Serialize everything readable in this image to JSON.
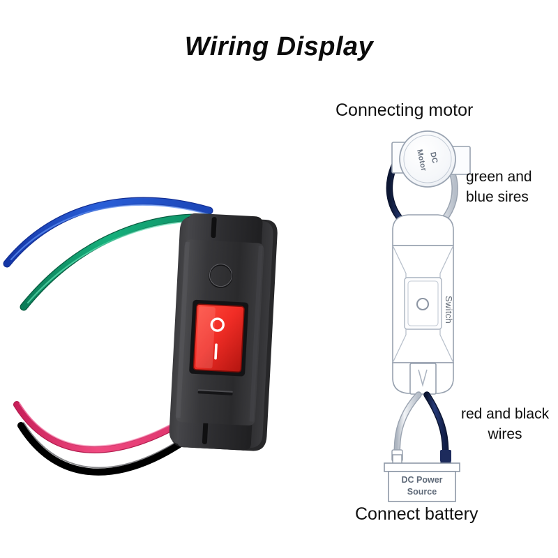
{
  "page": {
    "title": "Wiring Display",
    "background_color": "#ffffff"
  },
  "photo": {
    "name": "rocker-switch-photo",
    "description": "Inline rocker switch with four pigtail wires",
    "body_color": "#2c2c2e",
    "body_highlight": "#4a4a4d",
    "rocker": {
      "color": "#f0312c",
      "color_dark": "#b5170f",
      "symbol_off": "O",
      "symbol_on": "I",
      "symbol_color": "#ffffff"
    },
    "wires": [
      {
        "name": "blue-wire",
        "label": "blue",
        "color": "#1f4fc8",
        "position": "top"
      },
      {
        "name": "green-wire",
        "label": "green",
        "color": "#14a273",
        "position": "top"
      },
      {
        "name": "pink-wire",
        "label": "pink",
        "color": "#ea3a74",
        "position": "bottom"
      },
      {
        "name": "black-wire",
        "label": "black",
        "color": "#0b0b0b",
        "position": "bottom"
      }
    ]
  },
  "diagram": {
    "heading_top": "Connecting motor",
    "heading_bottom": "Connect battery",
    "note_top": "green and\nblue sires",
    "note_top_line1": "green and",
    "note_top_line2": "blue sires",
    "note_bottom_line1": "red and black",
    "note_bottom_line2": "wires",
    "motor": {
      "name": "dc-motor",
      "label_line1": "DC",
      "label_line2": "Motor",
      "outline_color": "#9aa4b2"
    },
    "switch": {
      "name": "inline-switch",
      "label": "Switch",
      "outline_color": "#97a1af",
      "button_glyph": "O"
    },
    "battery": {
      "name": "dc-power-source",
      "label_line1": "DC Power",
      "label_line2": "Source",
      "outline_color": "#8e98a6"
    },
    "wires": [
      {
        "name": "motor-dark-wire",
        "color": "#1b2a5e",
        "from": "dc-motor",
        "to": "inline-switch"
      },
      {
        "name": "motor-light-wire",
        "color": "#cfd5dd",
        "from": "dc-motor",
        "to": "inline-switch"
      },
      {
        "name": "battery-dark-wire",
        "color": "#1b2a5e",
        "from": "inline-switch",
        "to": "dc-power-source"
      },
      {
        "name": "battery-light-wire",
        "color": "#d2d8df",
        "from": "inline-switch",
        "to": "dc-power-source"
      }
    ]
  }
}
